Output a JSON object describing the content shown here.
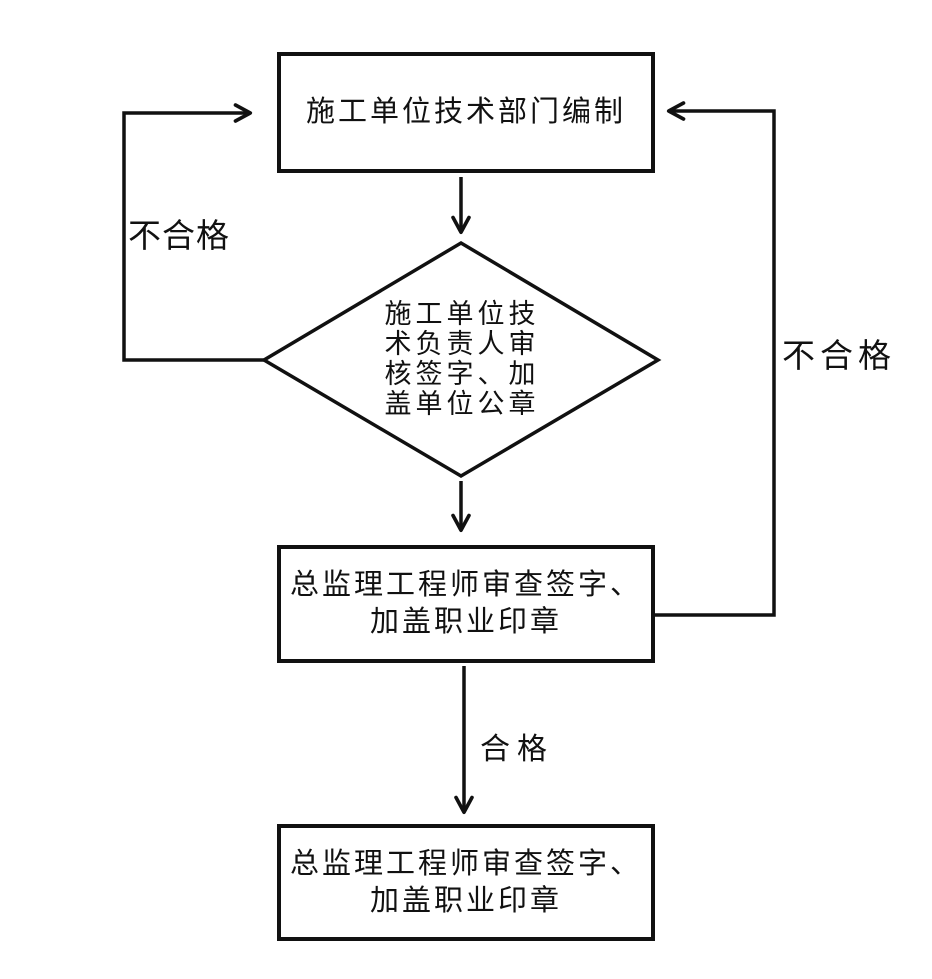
{
  "diagram": {
    "type": "flowchart",
    "colors": {
      "background": "#ffffff",
      "line": "#111111",
      "text": "#111111"
    },
    "nodes": {
      "compile": {
        "shape": "rectangle",
        "label": "施工单位技术部门编制"
      },
      "review": {
        "shape": "diamond",
        "label": "施工单位技\n术负责人审\n核签字、加\n盖单位公章"
      },
      "chief_review": {
        "shape": "rectangle",
        "label": "总监理工程师审查签字、\n加盖职业印章"
      },
      "final": {
        "shape": "rectangle",
        "label": "总监理工程师审查签字、\n加盖职业印章"
      }
    },
    "edges": [
      {
        "from": "compile",
        "to": "review",
        "label": ""
      },
      {
        "from": "review",
        "to": "chief_review",
        "label": ""
      },
      {
        "from": "chief_review",
        "to": "final",
        "label": "合格"
      },
      {
        "from": "review",
        "to": "compile",
        "label": "不合格",
        "side": "left"
      },
      {
        "from": "chief_review",
        "to": "compile",
        "label": "不合格",
        "side": "right"
      }
    ]
  }
}
